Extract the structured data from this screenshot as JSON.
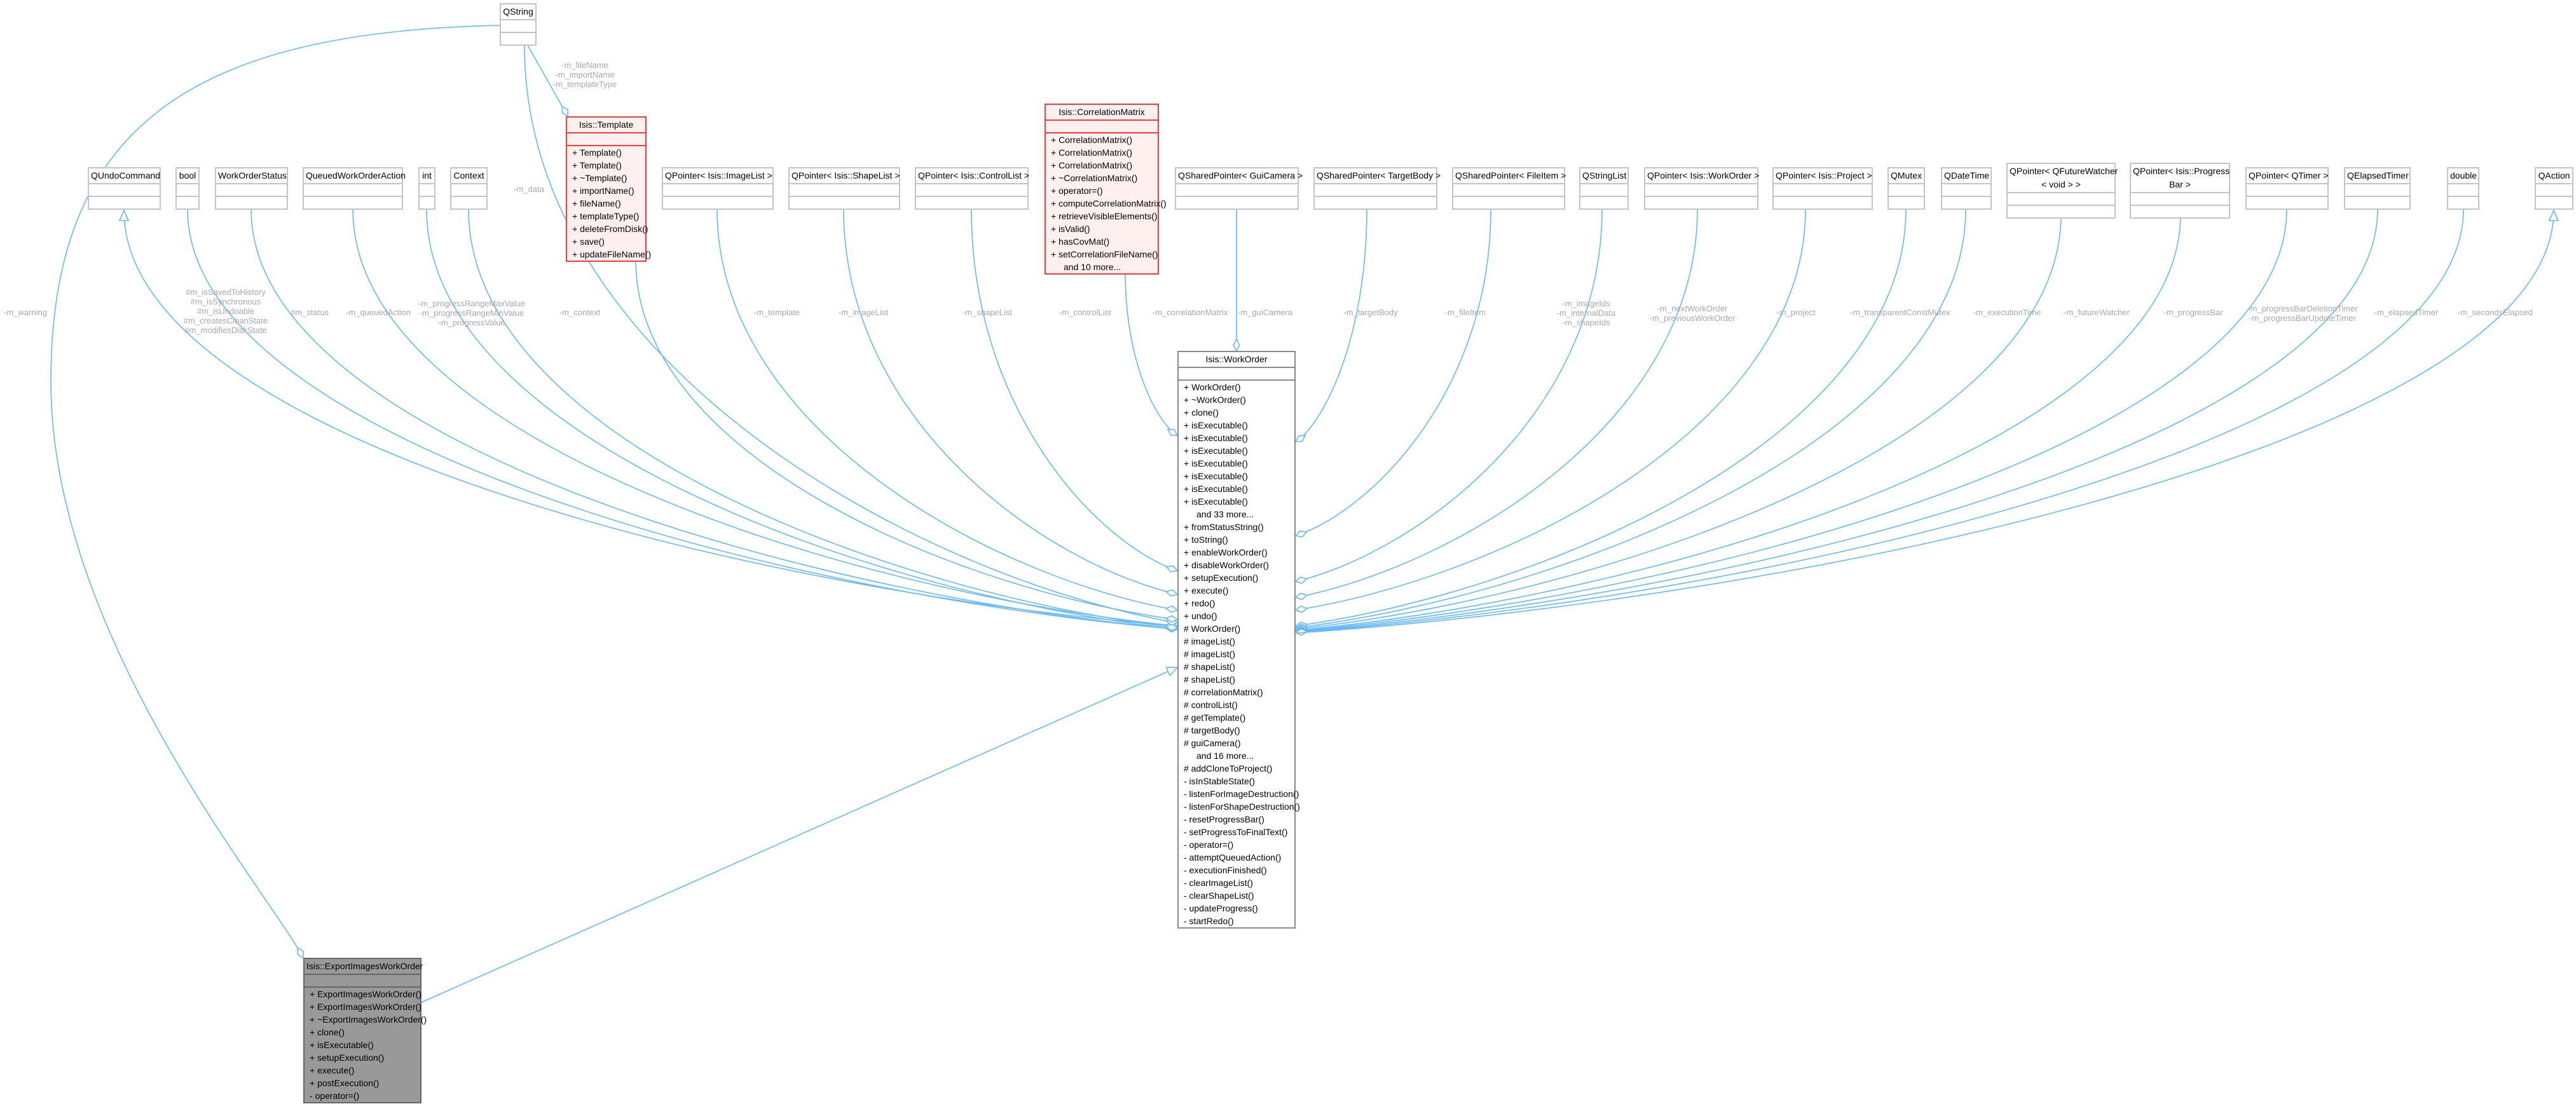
{
  "classes": {
    "qstring": {
      "name": "QString",
      "members": []
    },
    "template": {
      "name": "Isis::Template",
      "members": [
        "+ Template()",
        "+ Template()",
        "+ ~Template()",
        "+ importName()",
        "+ fileName()",
        "+ templateType()",
        "+ deleteFromDisk()",
        "+ save()",
        "+ updateFileName()"
      ]
    },
    "correlation": {
      "name": "Isis::CorrelationMatrix",
      "members": [
        "+ CorrelationMatrix()",
        "+ CorrelationMatrix()",
        "+ CorrelationMatrix()",
        "+ ~CorrelationMatrix()",
        "+ operator=()",
        "+ computeCorrelationMatrix()",
        "+ retrieveVisibleElements()",
        "+ isValid()",
        "+ hasCovMat()",
        "+ setCorrelationFileName()",
        "and 10 more..."
      ]
    },
    "qundo": {
      "name": "QUndoCommand",
      "members": []
    },
    "bool": {
      "name": "bool",
      "members": []
    },
    "wos": {
      "name": "WorkOrderStatus",
      "members": []
    },
    "qwoa": {
      "name": "QueuedWorkOrderAction",
      "members": []
    },
    "int": {
      "name": "int",
      "members": []
    },
    "context": {
      "name": "Context",
      "members": []
    },
    "imagelist": {
      "name": "QPointer< Isis::ImageList >",
      "members": []
    },
    "shapelist": {
      "name": "QPointer< Isis::ShapeList >",
      "members": []
    },
    "controllist": {
      "name": "QPointer< Isis::ControlList >",
      "members": []
    },
    "guicamera": {
      "name": "QSharedPointer< GuiCamera >",
      "members": []
    },
    "targetbody": {
      "name": "QSharedPointer< TargetBody >",
      "members": []
    },
    "fileitem": {
      "name": "QSharedPointer< FileItem >",
      "members": []
    },
    "stringlist": {
      "name": "QStringList",
      "members": []
    },
    "woptr": {
      "name": "QPointer< Isis::WorkOrder >",
      "members": []
    },
    "project": {
      "name": "QPointer< Isis::Project >",
      "members": []
    },
    "mutex": {
      "name": "QMutex",
      "members": []
    },
    "datetime": {
      "name": "QDateTime",
      "members": []
    },
    "futurewatcher": {
      "name": "QPointer< QFutureWatcher\n< void > >",
      "members": []
    },
    "progressbar": {
      "name": "QPointer< Isis::Progress\nBar >",
      "members": []
    },
    "timer": {
      "name": "QPointer< QTimer >",
      "members": []
    },
    "elapsed": {
      "name": "QElapsedTimer",
      "members": []
    },
    "double": {
      "name": "double",
      "members": []
    },
    "qaction": {
      "name": "QAction",
      "members": []
    },
    "workorder": {
      "name": "Isis::WorkOrder",
      "members": [
        "+ WorkOrder()",
        "+ ~WorkOrder()",
        "+ clone()",
        "+ isExecutable()",
        "+ isExecutable()",
        "+ isExecutable()",
        "+ isExecutable()",
        "+ isExecutable()",
        "+ isExecutable()",
        "+ isExecutable()",
        "and 33 more...",
        "+ fromStatusString()",
        "+ toString()",
        "+ enableWorkOrder()",
        "+ disableWorkOrder()",
        "+ setupExecution()",
        "+ execute()",
        "+ redo()",
        "+ undo()",
        "# WorkOrder()",
        "# imageList()",
        "# imageList()",
        "# shapeList()",
        "# shapeList()",
        "# correlationMatrix()",
        "# controlList()",
        "# getTemplate()",
        "# targetBody()",
        "# guiCamera()",
        "and 16 more...",
        "# addCloneToProject()",
        "- isInStableState()",
        "- listenForImageDestruction()",
        "- listenForShapeDestruction()",
        "- resetProgressBar()",
        "- setProgressToFinalText()",
        "- operator=()",
        "- attemptQueuedAction()",
        "- executionFinished()",
        "- clearImageList()",
        "- clearShapeList()",
        "- updateProgress()",
        "- startRedo()"
      ]
    },
    "export": {
      "name": "Isis::ExportImagesWorkOrder",
      "members": [
        "+ ExportImagesWorkOrder()",
        "+ ExportImagesWorkOrder()",
        "+ ~ExportImagesWorkOrder()",
        "+ clone()",
        "+ isExecutable()",
        "+ setupExecution()",
        "+ execute()",
        "+ postExecution()",
        "- operator=()"
      ]
    }
  },
  "edge_labels": {
    "warning": [
      "-m_warning"
    ],
    "bool": [
      "#m_isSavedToHistory",
      "#m_isSynchronous",
      "#m_isUndoable",
      "#m_createsCleanState",
      "#m_modifiesDiskState"
    ],
    "wos": [
      "#m_status"
    ],
    "qwoa": [
      "-m_queuedAction"
    ],
    "int": [
      "-m_progressRangeMaxValue",
      "-m_progressRangeMinValue",
      "-m_progressValue"
    ],
    "context": [
      "-m_context"
    ],
    "data": [
      "-m_data"
    ],
    "templatefields": [
      "-m_fileName",
      "-m_importName",
      "-m_templateType"
    ],
    "template": [
      "-m_template"
    ],
    "imagelist": [
      "-m_imageList"
    ],
    "shapelist": [
      "-m_shapeList"
    ],
    "controllist": [
      "-m_controlList"
    ],
    "correlation": [
      "-m_correlationMatrix"
    ],
    "guicamera": [
      "-m_guiCamera"
    ],
    "targetbody": [
      "-m_targetBody"
    ],
    "fileitem": [
      "-m_fileItem"
    ],
    "stringlist": [
      "-m_imageIds",
      "-m_internalData",
      "-m_shapeIds"
    ],
    "woptr": [
      "-m_nextWorkOrder",
      "-m_previousWorkOrder"
    ],
    "project": [
      "-m_project"
    ],
    "mutex": [
      "-m_transparentConstMutex"
    ],
    "datetime": [
      "-m_executionTime"
    ],
    "futurewatcher": [
      "-m_futureWatcher"
    ],
    "progressbar": [
      "-m_progressBar"
    ],
    "timer": [
      "-m_progressBarDeletionTimer",
      "-m_progressBarUpdateTimer"
    ],
    "elapsed": [
      "-m_elapsedTimer"
    ],
    "double": [
      "-m_secondsElapsed"
    ]
  },
  "colors": {
    "edge": "#63b8ff",
    "label": "#a8a8a8",
    "highlight_border": "#ff3b3b",
    "highlight_fill": "#fff0f0",
    "focus_fill": "#999999"
  }
}
